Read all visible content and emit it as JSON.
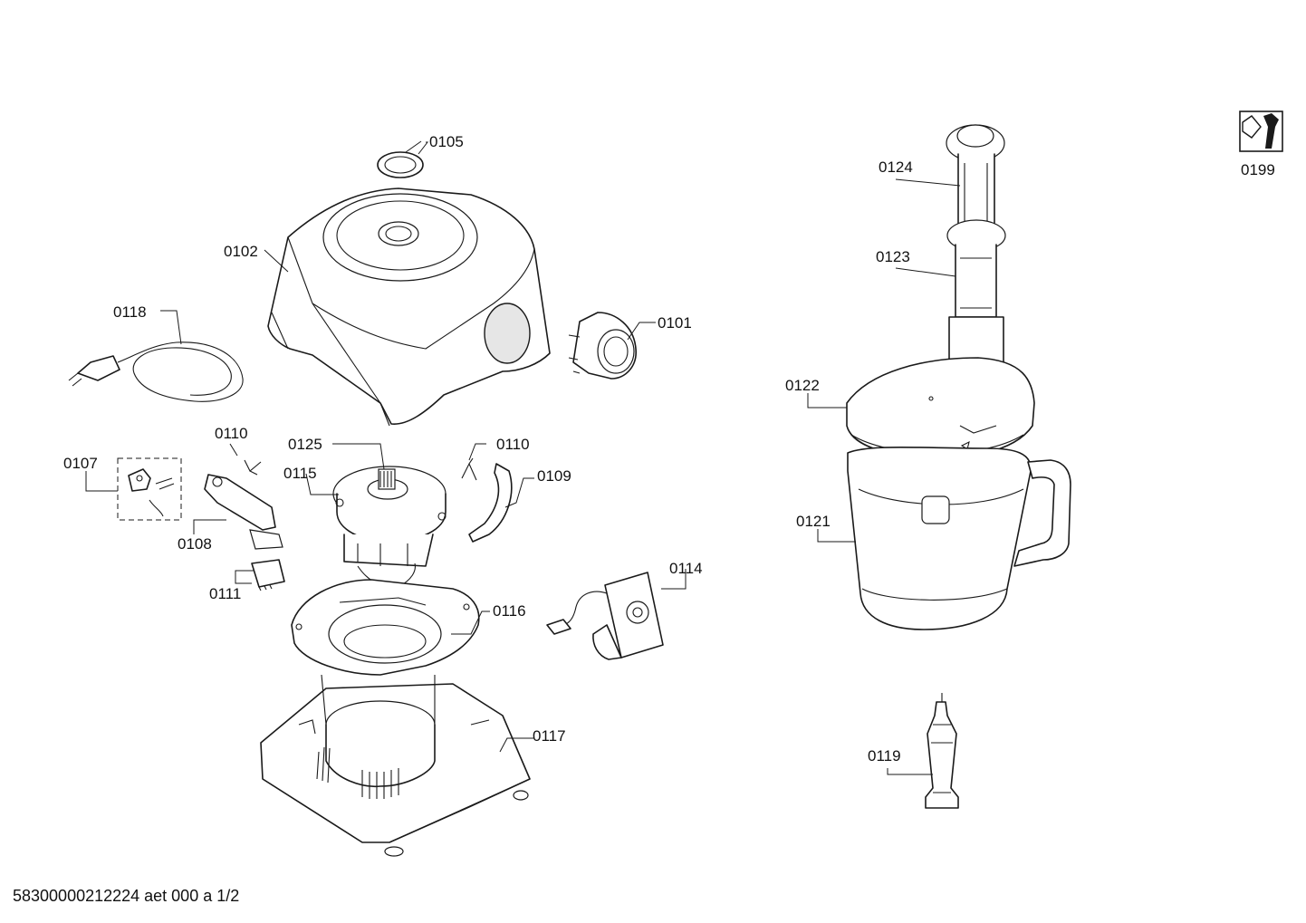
{
  "labels": {
    "p0101": "0101",
    "p0102": "0102",
    "p0105": "0105",
    "p0107": "0107",
    "p0108": "0108",
    "p0109": "0109",
    "p0110a": "0110",
    "p0110b": "0110",
    "p0111": "0111",
    "p0114": "0114",
    "p0115": "0115",
    "p0116": "0116",
    "p0117": "0117",
    "p0118": "0118",
    "p0119": "0119",
    "p0121": "0121",
    "p0122": "0122",
    "p0123": "0123",
    "p0124": "0124",
    "p0125": "0125",
    "p0199": "0199"
  },
  "footer": "58300000212224 aet 000 a 1/2",
  "icons": {
    "tool": "wrench-icon"
  }
}
